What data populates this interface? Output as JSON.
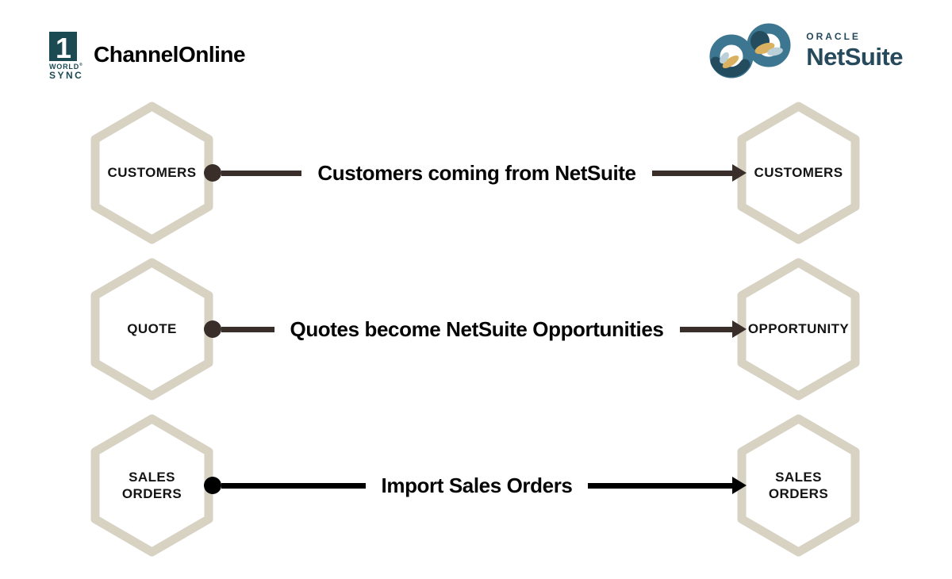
{
  "header": {
    "worldsync": {
      "mark": "1",
      "word1": "WORLD",
      "reg": "®",
      "word2": "SYNC",
      "color": "#1b4a53"
    },
    "product_name": "ChannelOnline",
    "netsuite": {
      "oracle": "ORACLE",
      "name": "NetSuite",
      "text_color": "#26495c",
      "swirl_colors": {
        "teal": "#3d7690",
        "navy": "#234c5f",
        "gold": "#d9b160",
        "light_blue": "#bad0d8"
      }
    }
  },
  "diagram": {
    "hex_stroke_color": "#d8d2c3",
    "hex_fill_color": "#ffffff",
    "hex_label_color": "#141414",
    "rows": [
      {
        "left_lines": [
          "CUSTOMERS"
        ],
        "label": "Customers coming from NetSuite",
        "right_lines": [
          "CUSTOMERS"
        ],
        "arrow_color": "#3a2e2b"
      },
      {
        "left_lines": [
          "QUOTE"
        ],
        "label": "Quotes become NetSuite Opportunities",
        "right_lines": [
          "OPPORTUNITY"
        ],
        "arrow_color": "#3a2e2b"
      },
      {
        "left_lines": [
          "SALES",
          "ORDERS"
        ],
        "label": "Import Sales Orders",
        "right_lines": [
          "SALES",
          "ORDERS"
        ],
        "arrow_color": "#000000"
      }
    ]
  }
}
